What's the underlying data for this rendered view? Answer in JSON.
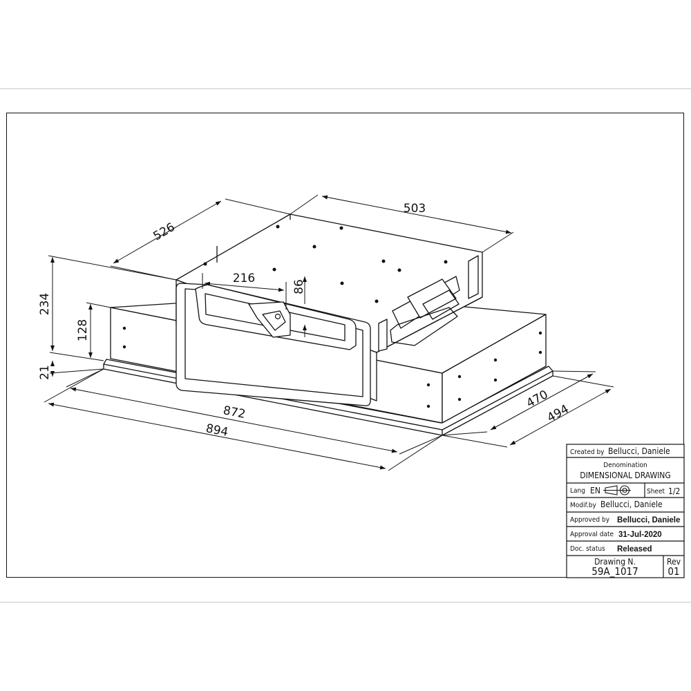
{
  "dimensions": {
    "d526": "526",
    "d503": "503",
    "d216": "216",
    "d86": "86",
    "d234": "234",
    "d128": "128",
    "d21": "21",
    "d872": "872",
    "d894": "894",
    "d470": "470",
    "d494": "494"
  },
  "title_block": {
    "created_label": "Created by",
    "created_value": "Bellucci, Daniele",
    "denomination_label": "Denomination",
    "denomination_value": "DIMENSIONAL DRAWING",
    "lang_label": "Lang",
    "lang_value": "EN",
    "sheet_label": "Sheet",
    "sheet_value": "1/2",
    "modif_label": "Modif.by",
    "modif_value": "Bellucci, Daniele",
    "approved_label": "Approved by",
    "approved_value": "Bellucci, Daniele",
    "approval_date_label": "Approval date",
    "approval_date_value": "31-Jul-2020",
    "doc_status_label": "Doc. status",
    "doc_status_value": "Released",
    "drawing_label": "Drawing N.",
    "drawing_value": "59A_1017",
    "rev_label": "Rev",
    "rev_value": "01"
  },
  "icons": [
    "projection-symbol-icon"
  ],
  "colors": {
    "line": "#111111",
    "background": "#ffffff",
    "rule": "#c8c8c8"
  }
}
